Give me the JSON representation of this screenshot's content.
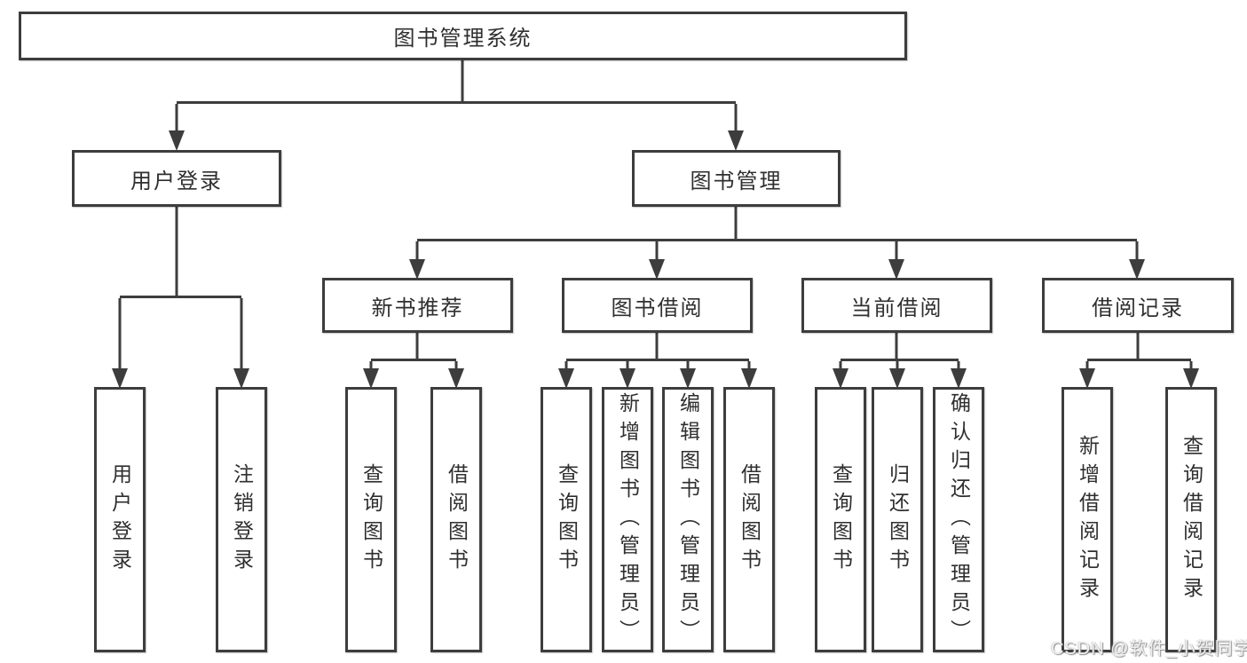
{
  "diagram_title": "图书管理系统",
  "tree": {
    "label": "图书管理系统",
    "children": [
      {
        "label": "用户登录",
        "children": [
          {
            "label": "用户登录"
          },
          {
            "label": "注销登录"
          }
        ]
      },
      {
        "label": "图书管理",
        "children": [
          {
            "label": "新书推荐",
            "children": [
              {
                "label": "查询图书"
              },
              {
                "label": "借阅图书"
              }
            ]
          },
          {
            "label": "图书借阅",
            "children": [
              {
                "label": "查询图书"
              },
              {
                "label": "新增图书（管理员）"
              },
              {
                "label": "编辑图书（管理员）"
              },
              {
                "label": "借阅图书"
              }
            ]
          },
          {
            "label": "当前借阅",
            "children": [
              {
                "label": "查询图书"
              },
              {
                "label": "归还图书"
              },
              {
                "label": "确认归还（管理员）"
              }
            ]
          },
          {
            "label": "借阅记录",
            "children": [
              {
                "label": "新增借阅记录"
              },
              {
                "label": "查询借阅记录"
              }
            ]
          }
        ]
      }
    ]
  },
  "watermark": "CSDN @软件_小贺同学",
  "colors": {
    "line": "#3d3d3d",
    "box_border": "#3d3d3d",
    "text": "#2f2f2f",
    "background": "#ffffff",
    "watermark": "#efefef"
  }
}
